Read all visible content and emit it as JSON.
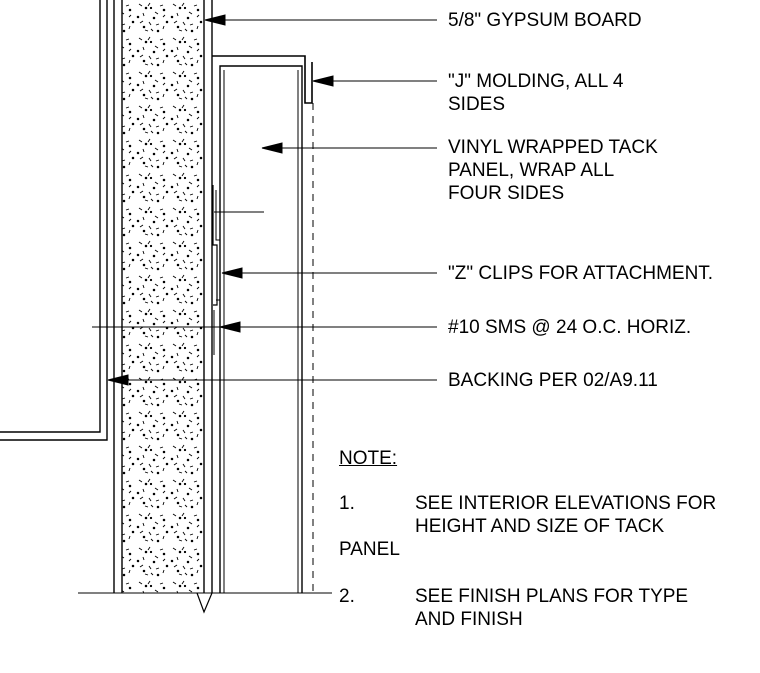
{
  "callouts": {
    "gypsum": "5/8\" GYPSUM BOARD",
    "j_molding_1": "\"J\" MOLDING, ALL 4",
    "j_molding_2": "SIDES",
    "tack_1": "VINYL WRAPPED TACK",
    "tack_2": "PANEL, WRAP ALL",
    "tack_3": "FOUR SIDES",
    "z_clips": "\"Z\" CLIPS FOR ATTACHMENT.",
    "sms": "#10 SMS @ 24 O.C. HORIZ.",
    "backing": "BACKING PER  02/A9.11"
  },
  "notes": {
    "heading": "NOTE:",
    "n1_num": "1.",
    "n1_line1": "SEE INTERIOR ELEVATIONS FOR",
    "n1_line2": "HEIGHT AND SIZE OF TACK",
    "n1_line3": "PANEL",
    "n2_num": "2.",
    "n2_line1": "SEE FINISH PLANS FOR TYPE",
    "n2_line2": "AND FINISH"
  },
  "colors": {
    "ink": "#000000",
    "paper": "#ffffff"
  }
}
